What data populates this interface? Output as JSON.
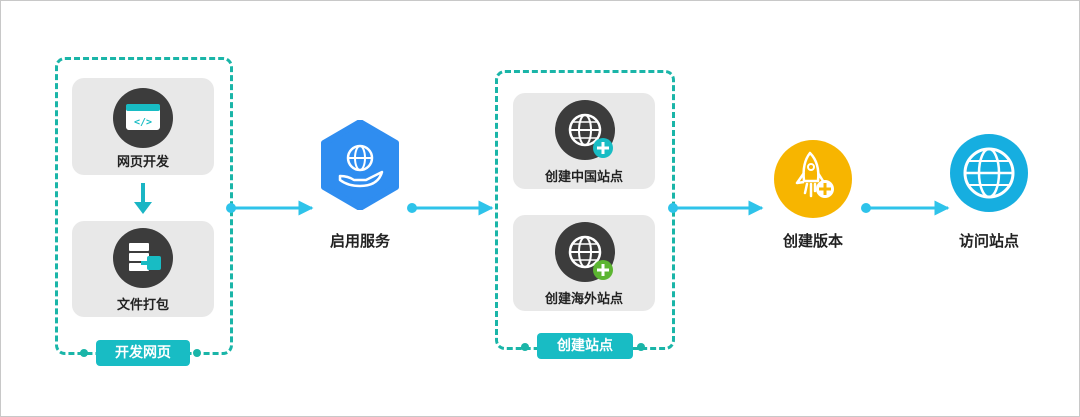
{
  "groups": {
    "develop": {
      "badge": "开发网页",
      "steps": [
        {
          "label": "网页开发",
          "icon": "code-window-icon"
        },
        {
          "label": "文件打包",
          "icon": "file-package-icon"
        }
      ]
    },
    "create_site": {
      "badge": "创建站点",
      "steps": [
        {
          "label": "创建中国站点",
          "icon": "globe-add-teal-icon"
        },
        {
          "label": "创建海外站点",
          "icon": "globe-add-green-icon"
        }
      ]
    }
  },
  "nodes": {
    "enable_service": {
      "label": "启用服务",
      "icon": "globe-hand-icon"
    },
    "create_version": {
      "label": "创建版本",
      "icon": "rocket-add-icon"
    },
    "visit_site": {
      "label": "访问站点",
      "icon": "globe-icon"
    }
  },
  "colors": {
    "teal": "#1ab5a8",
    "arrow": "#2ec3ea",
    "blue_hex": "#2f8df0",
    "yellow": "#f7b500",
    "cyan": "#16aee0",
    "dark_circle": "#3c3c3c"
  }
}
